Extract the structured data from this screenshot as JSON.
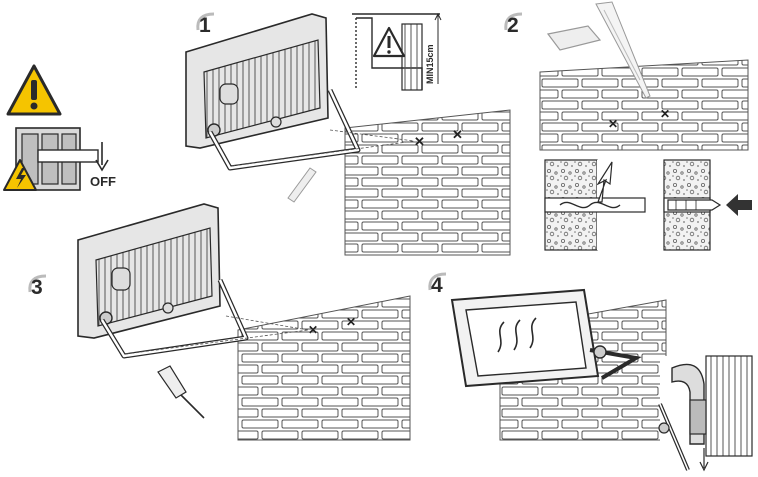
{
  "steps": [
    {
      "number": "1"
    },
    {
      "number": "2"
    },
    {
      "number": "3"
    },
    {
      "number": "4"
    }
  ],
  "labels": {
    "power_off": "OFF",
    "min_distance": "MIN15cm"
  },
  "colors": {
    "warning_yellow": "#f5c400",
    "line": "#2a2a2a",
    "fill_gray": "#e6e6e6",
    "dark_gray": "#888888"
  },
  "icons": [
    "warning-triangle-icon",
    "electrical-hazard-icon",
    "power-switch-icon",
    "drill-icon",
    "screwdriver-icon",
    "wall-anchor-icon",
    "arrow-icon"
  ]
}
